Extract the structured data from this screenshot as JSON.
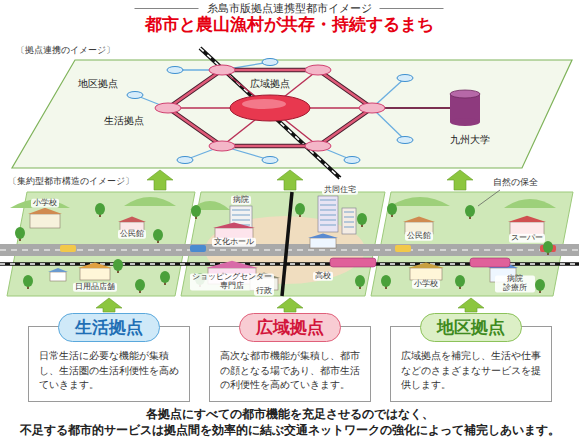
{
  "diagram": {
    "title": "都市と農山漁村が共存・持続するまち",
    "caption": "各拠点にすべての都市機能を充足させるのではなく、 不足する都市的サービスは拠点間を効率的に結ぶ交通ネットワークの強化によって補完しあいます。",
    "nodes": [
      {
        "text": [
          "生活拠点",
          "日常生活に必要な機能が集積し、生活圏の生活利便性を高めていきます。"
        ]
      },
      {
        "text": [
          "広域拠点",
          "高次な都市機能が集積し、都市の顔となる場であり、都市生活の利便性を高めていきます。"
        ]
      },
      {
        "text": [
          "地区拠点",
          "広域拠点を補完し、生活や仕事などのさまざまなサービスを提供します。"
        ]
      }
    ],
    "labels": [
      "糸島市版拠点連携型都市イメージ",
      "〔拠点連携のイメージ〕",
      "地区拠点",
      "広域拠点",
      "生活拠点",
      "九州大学",
      "〔集約型都市構造のイメージ〕",
      "自然の保全",
      "小学校",
      "公民館",
      "日用品店舗",
      "病院",
      "文化ホール",
      "共同住宅",
      "ショッピングセンター 専門店",
      "高校",
      "行政",
      "公民館",
      "小学校",
      "スーパー",
      "病院 診療所"
    ]
  }
}
